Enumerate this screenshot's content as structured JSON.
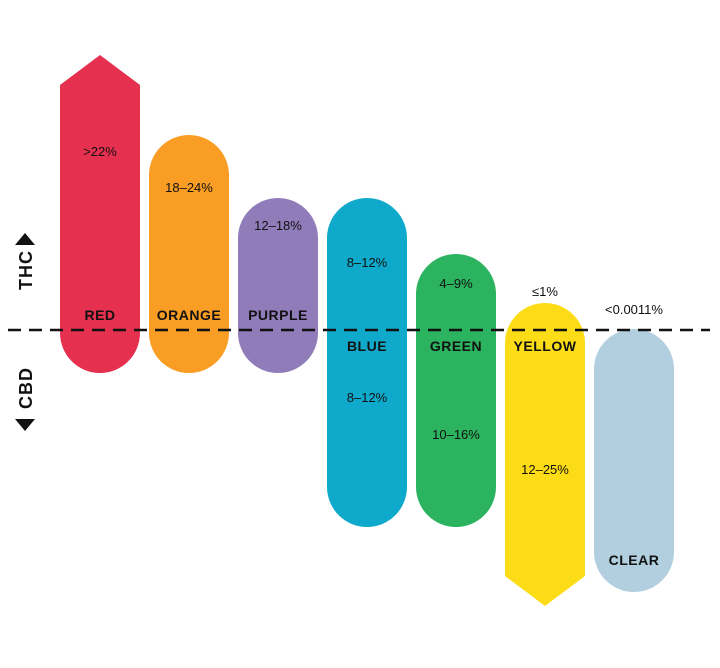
{
  "chart_data": {
    "type": "bar",
    "axis_labels": {
      "up": "THC",
      "down": "CBD"
    },
    "categories": [
      {
        "name": "RED",
        "color": "#e6304f",
        "top_shape": "arrow",
        "bottom_shape": "round",
        "thc_label": ">22%",
        "cbd_label": ""
      },
      {
        "name": "ORANGE",
        "color": "#f99d24",
        "top_shape": "round",
        "bottom_shape": "round",
        "thc_label": "18–24%",
        "cbd_label": ""
      },
      {
        "name": "PURPLE",
        "color": "#917cba",
        "top_shape": "round",
        "bottom_shape": "round",
        "thc_label": "12–18%",
        "cbd_label": ""
      },
      {
        "name": "BLUE",
        "color": "#0faacb",
        "top_shape": "round",
        "bottom_shape": "round",
        "thc_label": "8–12%",
        "cbd_label": "8–12%"
      },
      {
        "name": "GREEN",
        "color": "#2cb35f",
        "top_shape": "round",
        "bottom_shape": "round",
        "thc_label": "4–9%",
        "cbd_label": "10–16%"
      },
      {
        "name": "YELLOW",
        "color": "#fcdc16",
        "top_shape": "round",
        "bottom_shape": "arrow",
        "thc_label": "≤1%",
        "cbd_label": "12–25%"
      },
      {
        "name": "CLEAR",
        "color": "#b1cfdf",
        "top_shape": "round",
        "bottom_shape": "round",
        "thc_label": "<0.0011%",
        "cbd_label": ""
      }
    ]
  }
}
